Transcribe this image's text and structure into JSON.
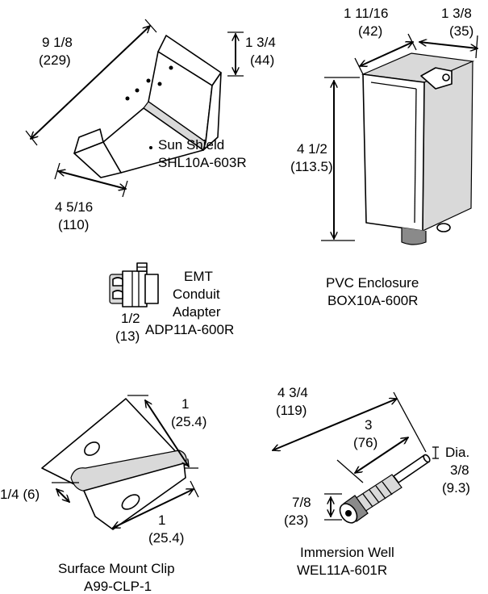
{
  "sun_shield": {
    "name": "Sun Shield",
    "part_no": "SHL10A-603R",
    "length": "9 1/8",
    "length_mm": "(229)",
    "height": "1 3/4",
    "height_mm": "(44)",
    "width": "4 5/16",
    "width_mm": "(110)"
  },
  "pvc_enclosure": {
    "name": "PVC Enclosure",
    "part_no": "BOX10A-600R",
    "width": "1 11/16",
    "width_mm": "(42)",
    "depth": "1 3/8",
    "depth_mm": "(35)",
    "height": "4 1/2",
    "height_mm": "(113.5)"
  },
  "emt_adapter": {
    "name_line1": "EMT",
    "name_line2": "Conduit",
    "name_line3": "Adapter",
    "part_no": "ADP11A-600R",
    "size": "1/2",
    "size_mm": "(13)"
  },
  "surface_clip": {
    "name": "Surface Mount Clip",
    "part_no": "A99-CLP-1",
    "length1": "1",
    "length1_mm": "(25.4)",
    "length2": "1",
    "length2_mm": "(25.4)",
    "thickness": "1/4 (6)"
  },
  "immersion_well": {
    "name": "Immersion Well",
    "part_no": "WEL11A-601R",
    "overall": "4 3/4",
    "overall_mm": "(119)",
    "insertion": "3",
    "insertion_mm": "(76)",
    "dia_label": "Dia.",
    "dia": "3/8",
    "dia_mm": "(9.3)",
    "hex": "7/8",
    "hex_mm": "(23)"
  }
}
